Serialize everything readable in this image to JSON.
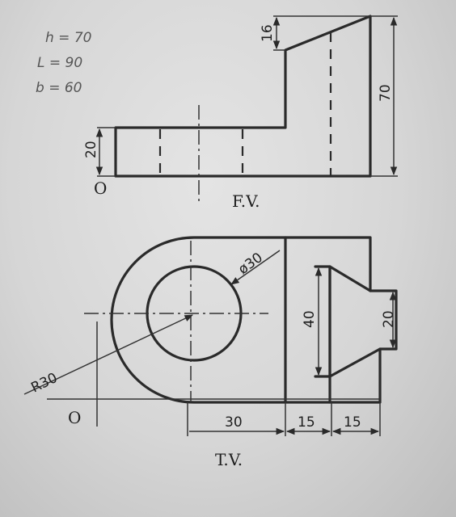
{
  "notes": {
    "h": "h = 70",
    "l": "L = 90",
    "b": "b = 60"
  },
  "front_view": {
    "label": "F.V.",
    "origin": "O",
    "dims": {
      "height_total": "70",
      "height_base": "20",
      "slope": "16"
    }
  },
  "top_view": {
    "label": "T.V.",
    "origin": "O",
    "dims": {
      "radius": "R30",
      "diameter": "ø30",
      "slot_height": "40",
      "boss_height": "20",
      "d1": "30",
      "d2": "15",
      "d3": "15"
    }
  }
}
